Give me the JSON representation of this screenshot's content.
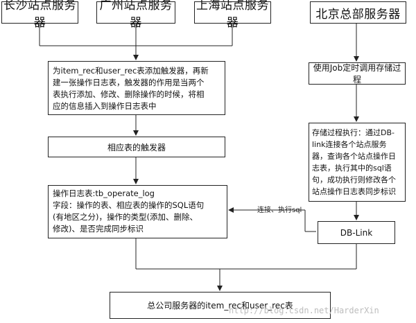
{
  "nodes": {
    "changsha": "长沙站点服务器",
    "guangzhou": "广州站点服务器",
    "shanghai": "上海站点服务器",
    "beijing": "北京总部服务器",
    "trigger_desc": "为item_rec和user_rec表添加触发器，再新\n建一张操作日志表，触发器的作用是当两个\n表执行添加、修改、删除操作的时候，将相\n应的信息插入到操作日志表中",
    "trigger": "相应表的触发器",
    "log_table": "操作日志表:tb_operate_log\n字段：操作的表、相应表的操作的SQL语句\n(有地区之分)，操作的类型(添加、删除、\n修改)、是否完成同步标识",
    "job": "使用Job定时调用存储过程",
    "proc": "存储过程执行：通过DB-\nlink连接各个站点服务\n器，查询各个站点操作日\n志表，执行其中的sql语\n句，成功执行则修改各个\n站点操作日志表同步标识",
    "dblink": "DB-Link",
    "company": "总公司服务器的item_rec和user_rec表"
  },
  "edge_labels": {
    "connect_exec": "连接、执行sql"
  },
  "watermark": "http://blog.csdn.net/HarderXin"
}
